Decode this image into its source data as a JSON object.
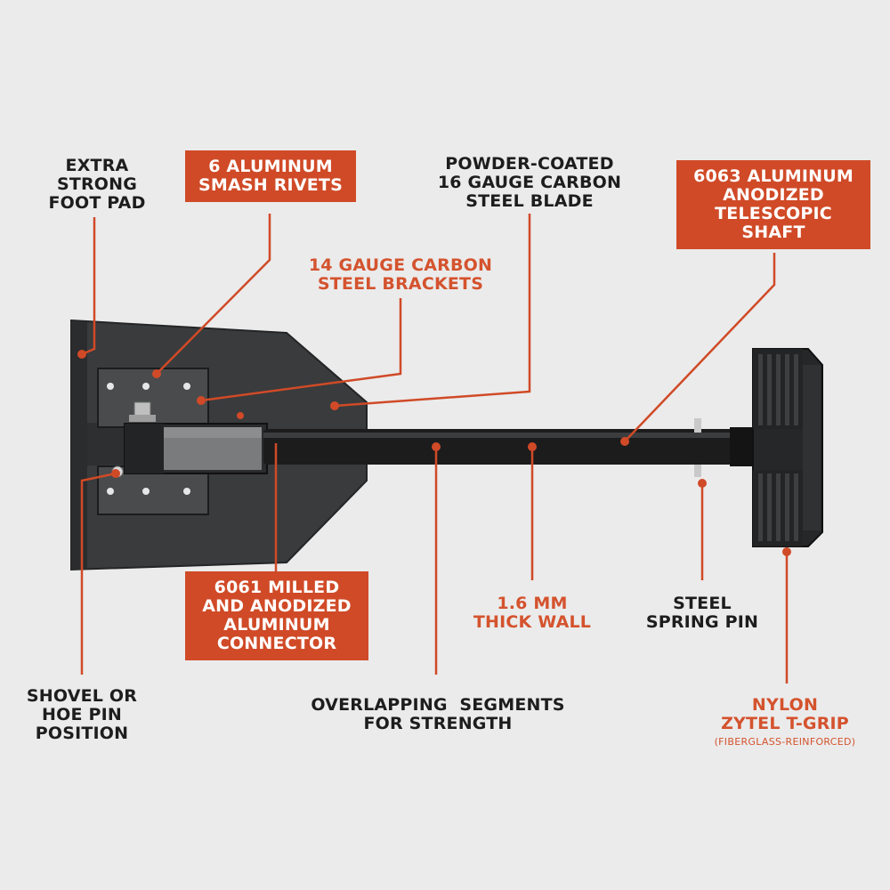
{
  "colors": {
    "accent": "#d04a27",
    "background": "#ebebeb",
    "text_dark": "#1d1d1d",
    "leader": "#d04a27"
  },
  "labels": {
    "foot_pad": [
      "EXTRA",
      "STRONG",
      "FOOT PAD"
    ],
    "rivets": [
      "6 ALUMINUM",
      "SMASH RIVETS"
    ],
    "brackets": [
      "14 GAUGE CARBON",
      "STEEL BRACKETS"
    ],
    "blade": [
      "POWDER-COATED",
      "16 GAUGE CARBON",
      "STEEL BLADE"
    ],
    "shaft": [
      "6063 ALUMINUM",
      "ANODIZED",
      "TELESCOPIC",
      "SHAFT"
    ],
    "connector": [
      "6061 MILLED",
      "AND ANODIZED",
      "ALUMINUM",
      "CONNECTOR"
    ],
    "wall": [
      "1.6 MM",
      "THICK WALL"
    ],
    "spring_pin": [
      "STEEL",
      "SPRING PIN"
    ],
    "pin_position": [
      "SHOVEL OR",
      "HOE PIN",
      "POSITION"
    ],
    "segments": [
      "OVERLAPPING  SEGMENTS",
      "FOR STRENGTH"
    ],
    "grip": [
      "NYLON",
      "ZYTEL T-GRIP"
    ],
    "grip_note": "(FIBERGLASS-REINFORCED)"
  }
}
